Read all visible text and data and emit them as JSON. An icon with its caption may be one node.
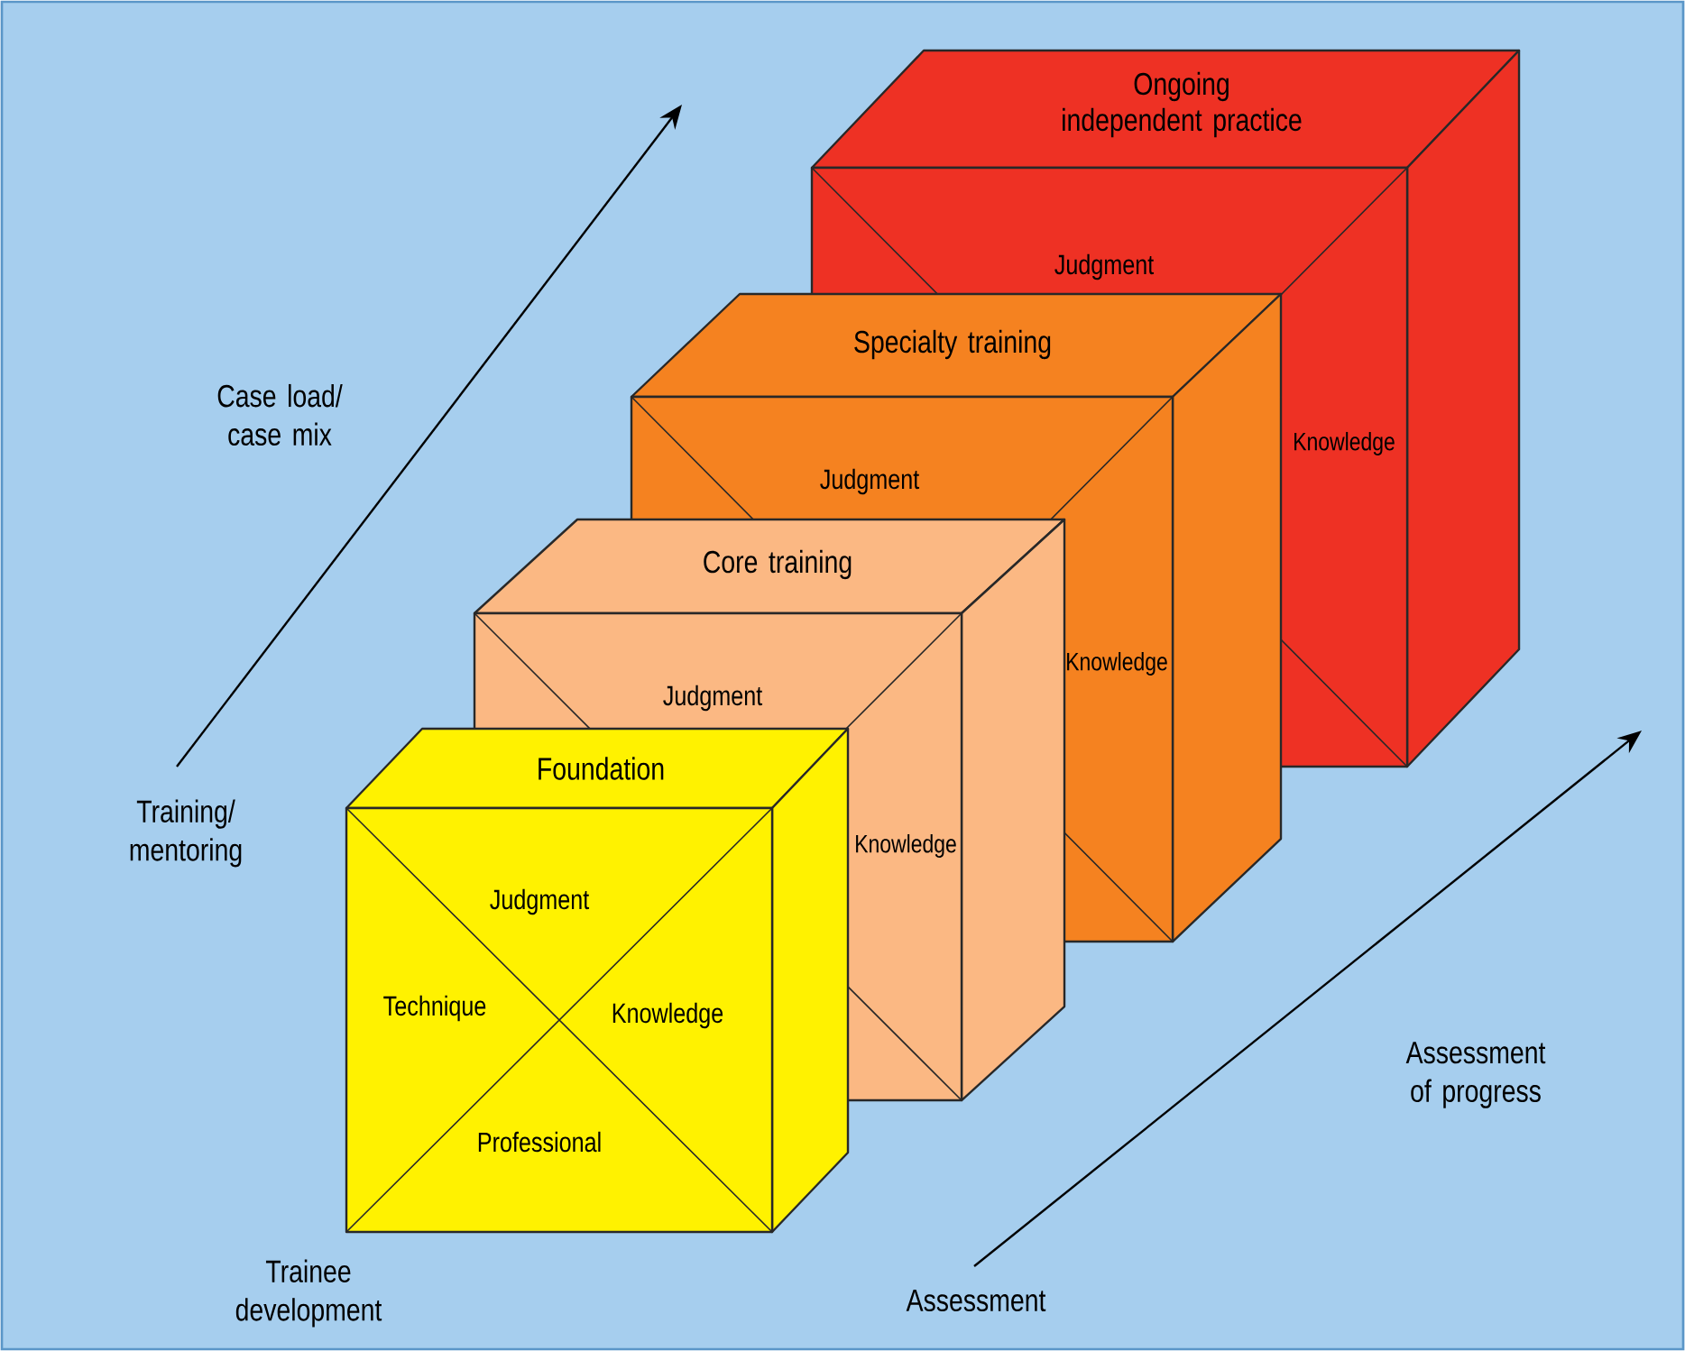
{
  "diagram": {
    "nodes": [
      {
        "text": [
          "Ongoing independent practice",
          "Judgment",
          "Knowledge"
        ]
      },
      {
        "text": [
          "Specialty training",
          "Judgment",
          "Knowledge"
        ]
      },
      {
        "text": [
          "Core training",
          "Judgment",
          "Knowledge"
        ]
      },
      {
        "text": [
          "Foundation",
          "Judgment",
          "Technique",
          "Knowledge",
          "Professional"
        ]
      }
    ],
    "labels": [
      "Case load/ case mix",
      "Training/ mentoring",
      "Trainee development",
      "Assessment of progress",
      "Assessment"
    ]
  }
}
